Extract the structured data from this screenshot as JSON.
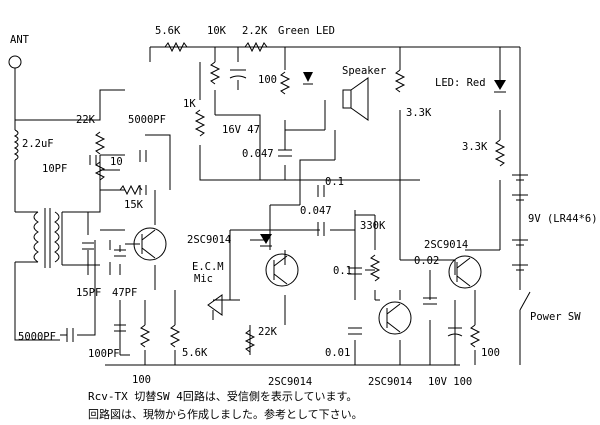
{
  "labels": {
    "ant": "ANT",
    "ind_2u2": "2.2uF",
    "c_10pf": "10PF",
    "r_22k": "22K",
    "c_5000pf_top": "5000PF",
    "r_10": "10",
    "r_15k": "15K",
    "c_15pf": "15PF",
    "c_47pf": "47PF",
    "c_5000pf_left": "5000PF",
    "c_100pf": "100PF",
    "r_100_bottom": "100",
    "r_5k6_bottom": "5.6K",
    "r_5k6_top": "5.6K",
    "r_10k": "10K",
    "r_2k2": "2.2K",
    "green_led": "Green LED",
    "r_1k": "1K",
    "c_16v47": "16V 47",
    "r_100_led": "100",
    "c_0047_a": "0.047",
    "speaker": "Speaker",
    "r_3k3_mid": "3.3K",
    "led_red": "LED: Red",
    "r_3k3_right": "3.3K",
    "c_01_a": "0.1",
    "c_0047_b": "0.047",
    "r_330k": "330K",
    "q1": "2SC9014",
    "q2": "2SC9014",
    "ecm": "E.C.M",
    "mic": "Mic",
    "r_22k_bottom": "22K",
    "q2_bottom": "2SC9014",
    "c_01_b": "0.1",
    "c_001": "0.01",
    "q3_bottom": "2SC9014",
    "c_002": "0.02",
    "q4": "2SC9014",
    "c_10v100": "10V 100",
    "r_100_right": "100",
    "battery": "9V (LR44*6)",
    "power_sw": "Power SW"
  },
  "notes": [
    "Rcv-TX 切替SW 4回路は、受信側を表示しています。",
    "回路図は、現物から作成しました。参考として下さい。"
  ]
}
